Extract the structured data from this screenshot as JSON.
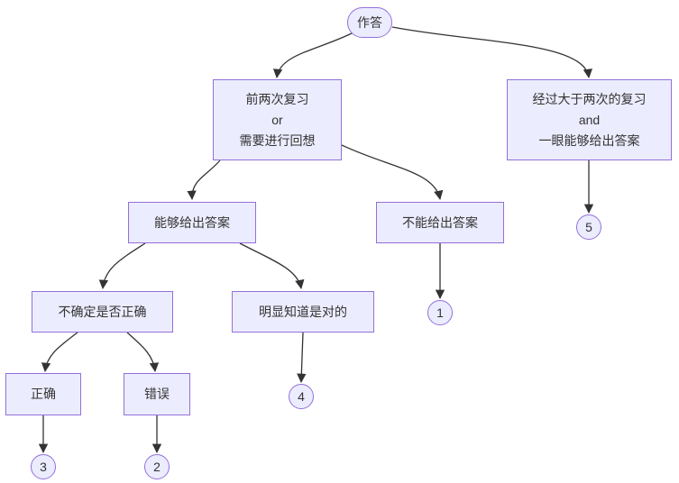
{
  "diagram": {
    "type": "flowchart",
    "direction": "top-down",
    "background_color": "#ffffff",
    "node_fill_color": "#ECECFF",
    "node_border_color": "#9370DB",
    "line_color": "#333333",
    "text_color": "#333333"
  },
  "nodes": {
    "root": {
      "shape": "stadium",
      "label": "作答"
    },
    "review12": {
      "shape": "rectangle",
      "label": "前两次复习\nor\n需要进行回想"
    },
    "review_gt2": {
      "shape": "rectangle",
      "label": "经过大于两次的复习\nand\n一眼能够给出答案"
    },
    "can_answer": {
      "shape": "rectangle",
      "label": "能够给出答案"
    },
    "cannot_answer": {
      "shape": "rectangle",
      "label": "不能给出答案"
    },
    "unsure": {
      "shape": "rectangle",
      "label": "不确定是否正确"
    },
    "clearly_correct": {
      "shape": "rectangle",
      "label": "明显知道是对的"
    },
    "correct": {
      "shape": "rectangle",
      "label": "正确"
    },
    "wrong": {
      "shape": "rectangle",
      "label": "错误"
    },
    "grade5": {
      "shape": "circle",
      "label": "5"
    },
    "grade1": {
      "shape": "circle",
      "label": "1"
    },
    "grade4": {
      "shape": "circle",
      "label": "4"
    },
    "grade3": {
      "shape": "circle",
      "label": "3"
    },
    "grade2": {
      "shape": "circle",
      "label": "2"
    }
  },
  "edges": [
    {
      "from": "root",
      "to": "review12"
    },
    {
      "from": "root",
      "to": "review_gt2"
    },
    {
      "from": "review12",
      "to": "can_answer"
    },
    {
      "from": "review12",
      "to": "cannot_answer"
    },
    {
      "from": "review_gt2",
      "to": "grade5"
    },
    {
      "from": "can_answer",
      "to": "unsure"
    },
    {
      "from": "can_answer",
      "to": "clearly_correct"
    },
    {
      "from": "cannot_answer",
      "to": "grade1"
    },
    {
      "from": "unsure",
      "to": "correct"
    },
    {
      "from": "unsure",
      "to": "wrong"
    },
    {
      "from": "clearly_correct",
      "to": "grade4"
    },
    {
      "from": "correct",
      "to": "grade3"
    },
    {
      "from": "wrong",
      "to": "grade2"
    }
  ]
}
